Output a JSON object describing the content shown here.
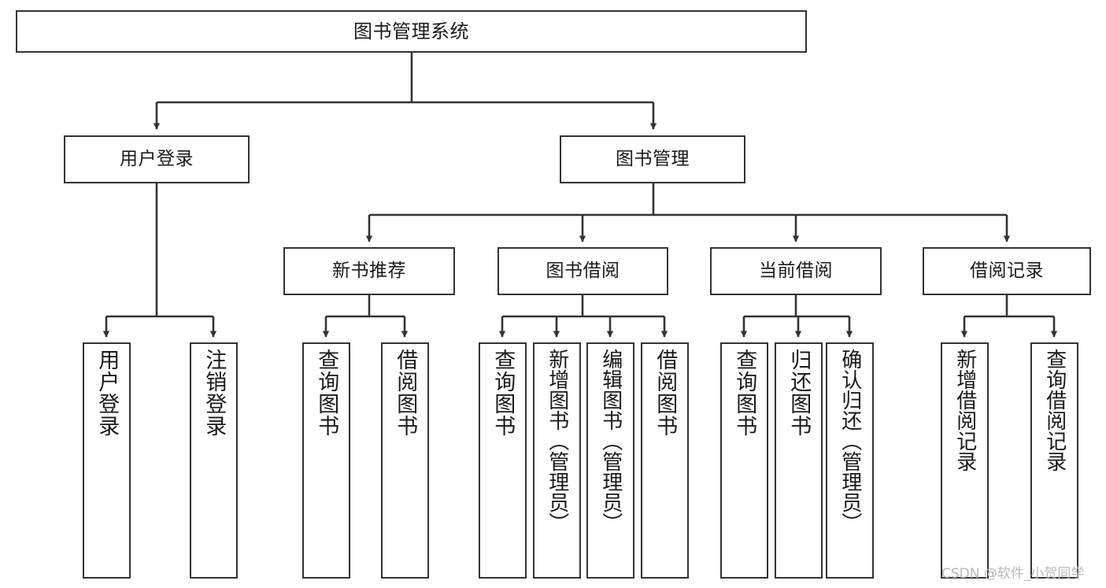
{
  "diagram": {
    "title": "图书管理系统",
    "type": "hierarchy-tree",
    "levels": 4,
    "colors": {
      "box_border": "#333333",
      "box_fill": "#ffffff",
      "edge": "#333333",
      "text": "#1a1a1a",
      "watermark": "#b8b8b8",
      "background": "#ffffff"
    },
    "nodes": {
      "root": {
        "label": "图书管理系统"
      },
      "level2": [
        {
          "id": "user-login",
          "label": "用户登录"
        },
        {
          "id": "book-management",
          "label": "图书管理"
        }
      ],
      "level3": [
        {
          "id": "new-book-recommend",
          "label": "新书推荐"
        },
        {
          "id": "book-borrow",
          "label": "图书借阅"
        },
        {
          "id": "current-borrow",
          "label": "当前借阅"
        },
        {
          "id": "borrow-record",
          "label": "借阅记录"
        }
      ],
      "leaves": {
        "user_login": [
          {
            "id": "leaf-user-login",
            "label": "用户登录"
          },
          {
            "id": "leaf-logout-login",
            "label": "注销登录"
          }
        ],
        "new_book_recommend": [
          {
            "id": "leaf-query-book-1",
            "label": "查询图书"
          },
          {
            "id": "leaf-borrow-book-1",
            "label": "借阅图书"
          }
        ],
        "book_borrow": [
          {
            "id": "leaf-query-book-2",
            "label": "查询图书"
          },
          {
            "id": "leaf-add-book-admin",
            "label": "新增图书（管理员）"
          },
          {
            "id": "leaf-edit-book-admin",
            "label": "编辑图书（管理员）"
          },
          {
            "id": "leaf-borrow-book-2",
            "label": "借阅图书"
          }
        ],
        "current_borrow": [
          {
            "id": "leaf-query-book-3",
            "label": "查询图书"
          },
          {
            "id": "leaf-return-book",
            "label": "归还图书"
          },
          {
            "id": "leaf-confirm-return-admin",
            "label": "确认归还（管理员）"
          }
        ],
        "borrow_record": [
          {
            "id": "leaf-add-borrow-record",
            "label": "新增借阅记录"
          },
          {
            "id": "leaf-query-borrow-record",
            "label": "查询借阅记录"
          }
        ]
      }
    }
  },
  "watermark": {
    "text": "CSDN @软件_小贺同学"
  }
}
